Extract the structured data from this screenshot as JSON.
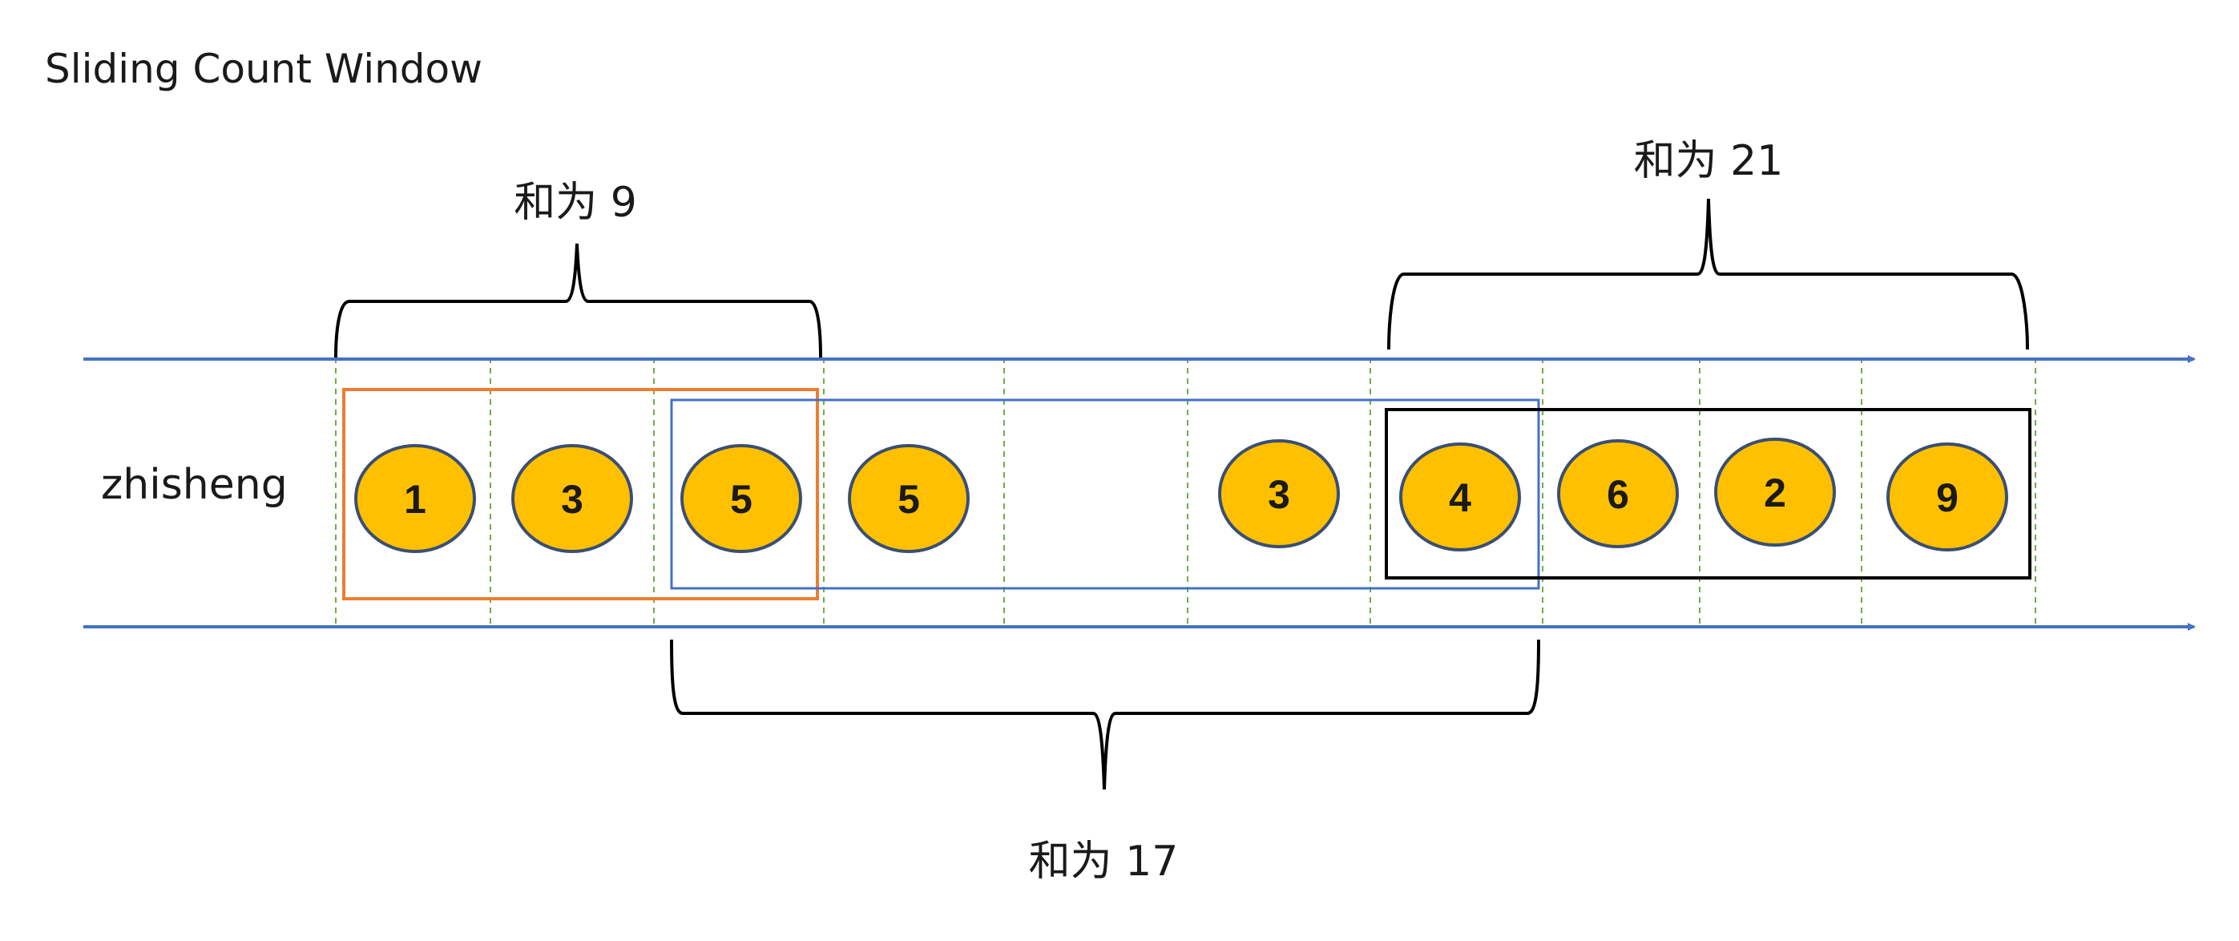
{
  "title": "Sliding Count Window",
  "stream_label": "zhisheng",
  "colors": {
    "timeline": "#4472c4",
    "tick": "#70ad47",
    "event_fill": "#ffc000",
    "event_stroke": "#3a4f72",
    "window_1": "#ed7d31",
    "window_2": "#4472c4",
    "window_3": "#000000",
    "brace": "#000000"
  },
  "events": [
    {
      "value": "1"
    },
    {
      "value": "3"
    },
    {
      "value": "5"
    },
    {
      "value": "5"
    },
    {
      "value": "3"
    },
    {
      "value": "4"
    },
    {
      "value": "6"
    },
    {
      "value": "2"
    },
    {
      "value": "9"
    }
  ],
  "windows": [
    {
      "sum_label": "和为 9",
      "color_key": "window_1",
      "brace": "above"
    },
    {
      "sum_label": "和为 17",
      "color_key": "window_2",
      "brace": "below"
    },
    {
      "sum_label": "和为 21",
      "color_key": "window_3",
      "brace": "above"
    }
  ]
}
